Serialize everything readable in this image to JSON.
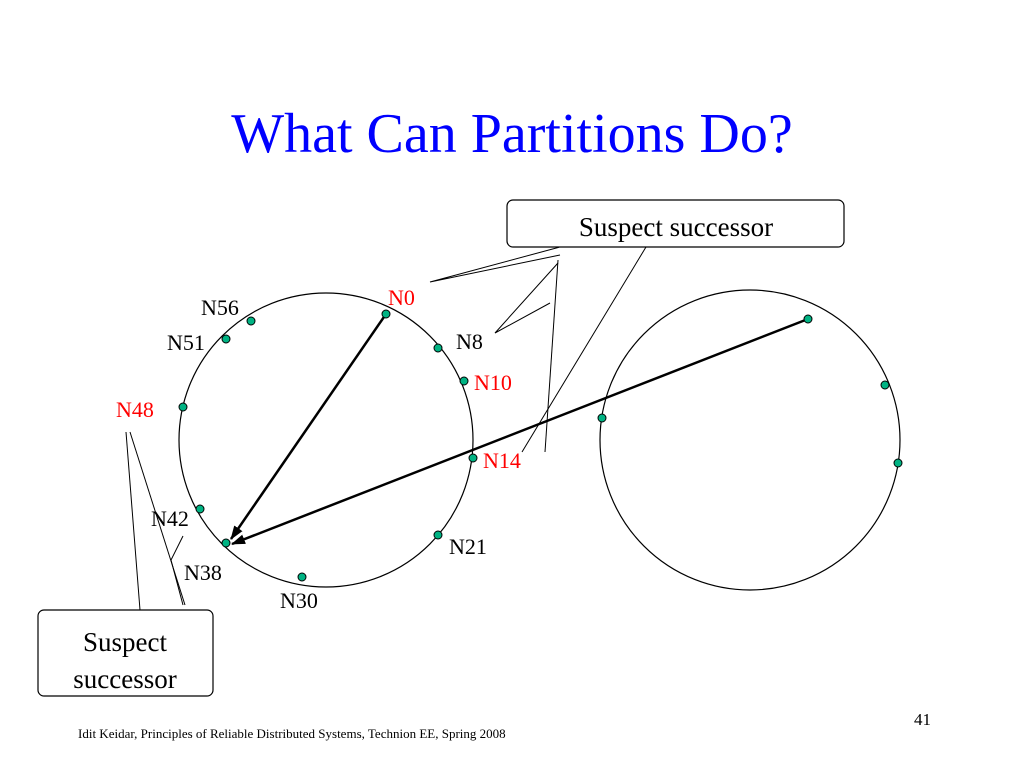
{
  "slide": {
    "title": "What Can Partitions Do?",
    "footer": "Idit Keidar, Principles of Reliable Distributed Systems, Technion EE, Spring 2008",
    "number": "41"
  },
  "colors": {
    "title": "#0000ff",
    "node_fill": "#00b383",
    "highlight_label": "#ff0000",
    "text": "#000000"
  },
  "ring_nodes": [
    {
      "id": "n0",
      "label": "N0",
      "highlight": true
    },
    {
      "id": "n8",
      "label": "N8",
      "highlight": false
    },
    {
      "id": "n10",
      "label": "N10",
      "highlight": true
    },
    {
      "id": "n14",
      "label": "N14",
      "highlight": true
    },
    {
      "id": "n21",
      "label": "N21",
      "highlight": false
    },
    {
      "id": "n30",
      "label": "N30",
      "highlight": false
    },
    {
      "id": "n38",
      "label": "N38",
      "highlight": false
    },
    {
      "id": "n42",
      "label": "N42",
      "highlight": false
    },
    {
      "id": "n48",
      "label": "N48",
      "highlight": true
    },
    {
      "id": "n51",
      "label": "N51",
      "highlight": false
    },
    {
      "id": "n56",
      "label": "N56",
      "highlight": false
    }
  ],
  "callouts": {
    "top": "Suspect successor",
    "bottom_line1": "Suspect",
    "bottom_line2": "successor"
  }
}
